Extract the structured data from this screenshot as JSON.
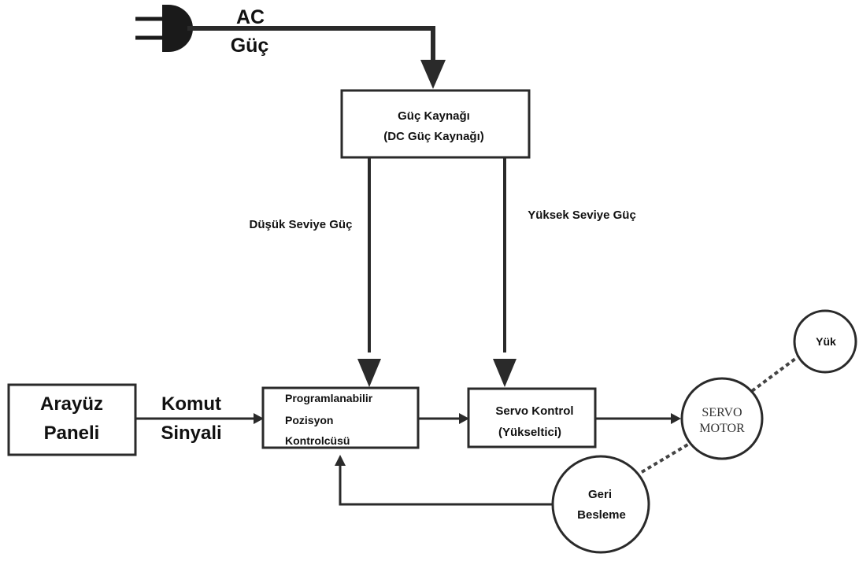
{
  "colors": {
    "line": "#2a2a2a",
    "plug": "#1a1a1a",
    "text": "#111111",
    "servo_text": "#333333",
    "background": "#ffffff"
  },
  "ac_power": {
    "icon": "plug-icon",
    "line1": "AC",
    "line2": "Güç"
  },
  "power_supply": {
    "line1": "Güç Kaynağı",
    "line2": "(DC Güç Kaynağı)"
  },
  "low_power_label": "Düşük Seviye Güç",
  "high_power_label": "Yüksek Seviye Güç",
  "interface_panel": {
    "line1": "Arayüz",
    "line2": "Paneli"
  },
  "command_signal": {
    "line1": "Komut",
    "line2": "Sinyali"
  },
  "position_controller": {
    "line1": "Programlanabilir",
    "line2": "Pozisyon",
    "line3": "Kontrolcüsü"
  },
  "servo_control": {
    "line1": "Servo Kontrol",
    "line2": "(Yükseltici)"
  },
  "servo_motor": {
    "line1": "SERVO",
    "line2": "MOTOR"
  },
  "load": "Yük",
  "feedback": {
    "line1": "Geri",
    "line2": "Besleme"
  }
}
